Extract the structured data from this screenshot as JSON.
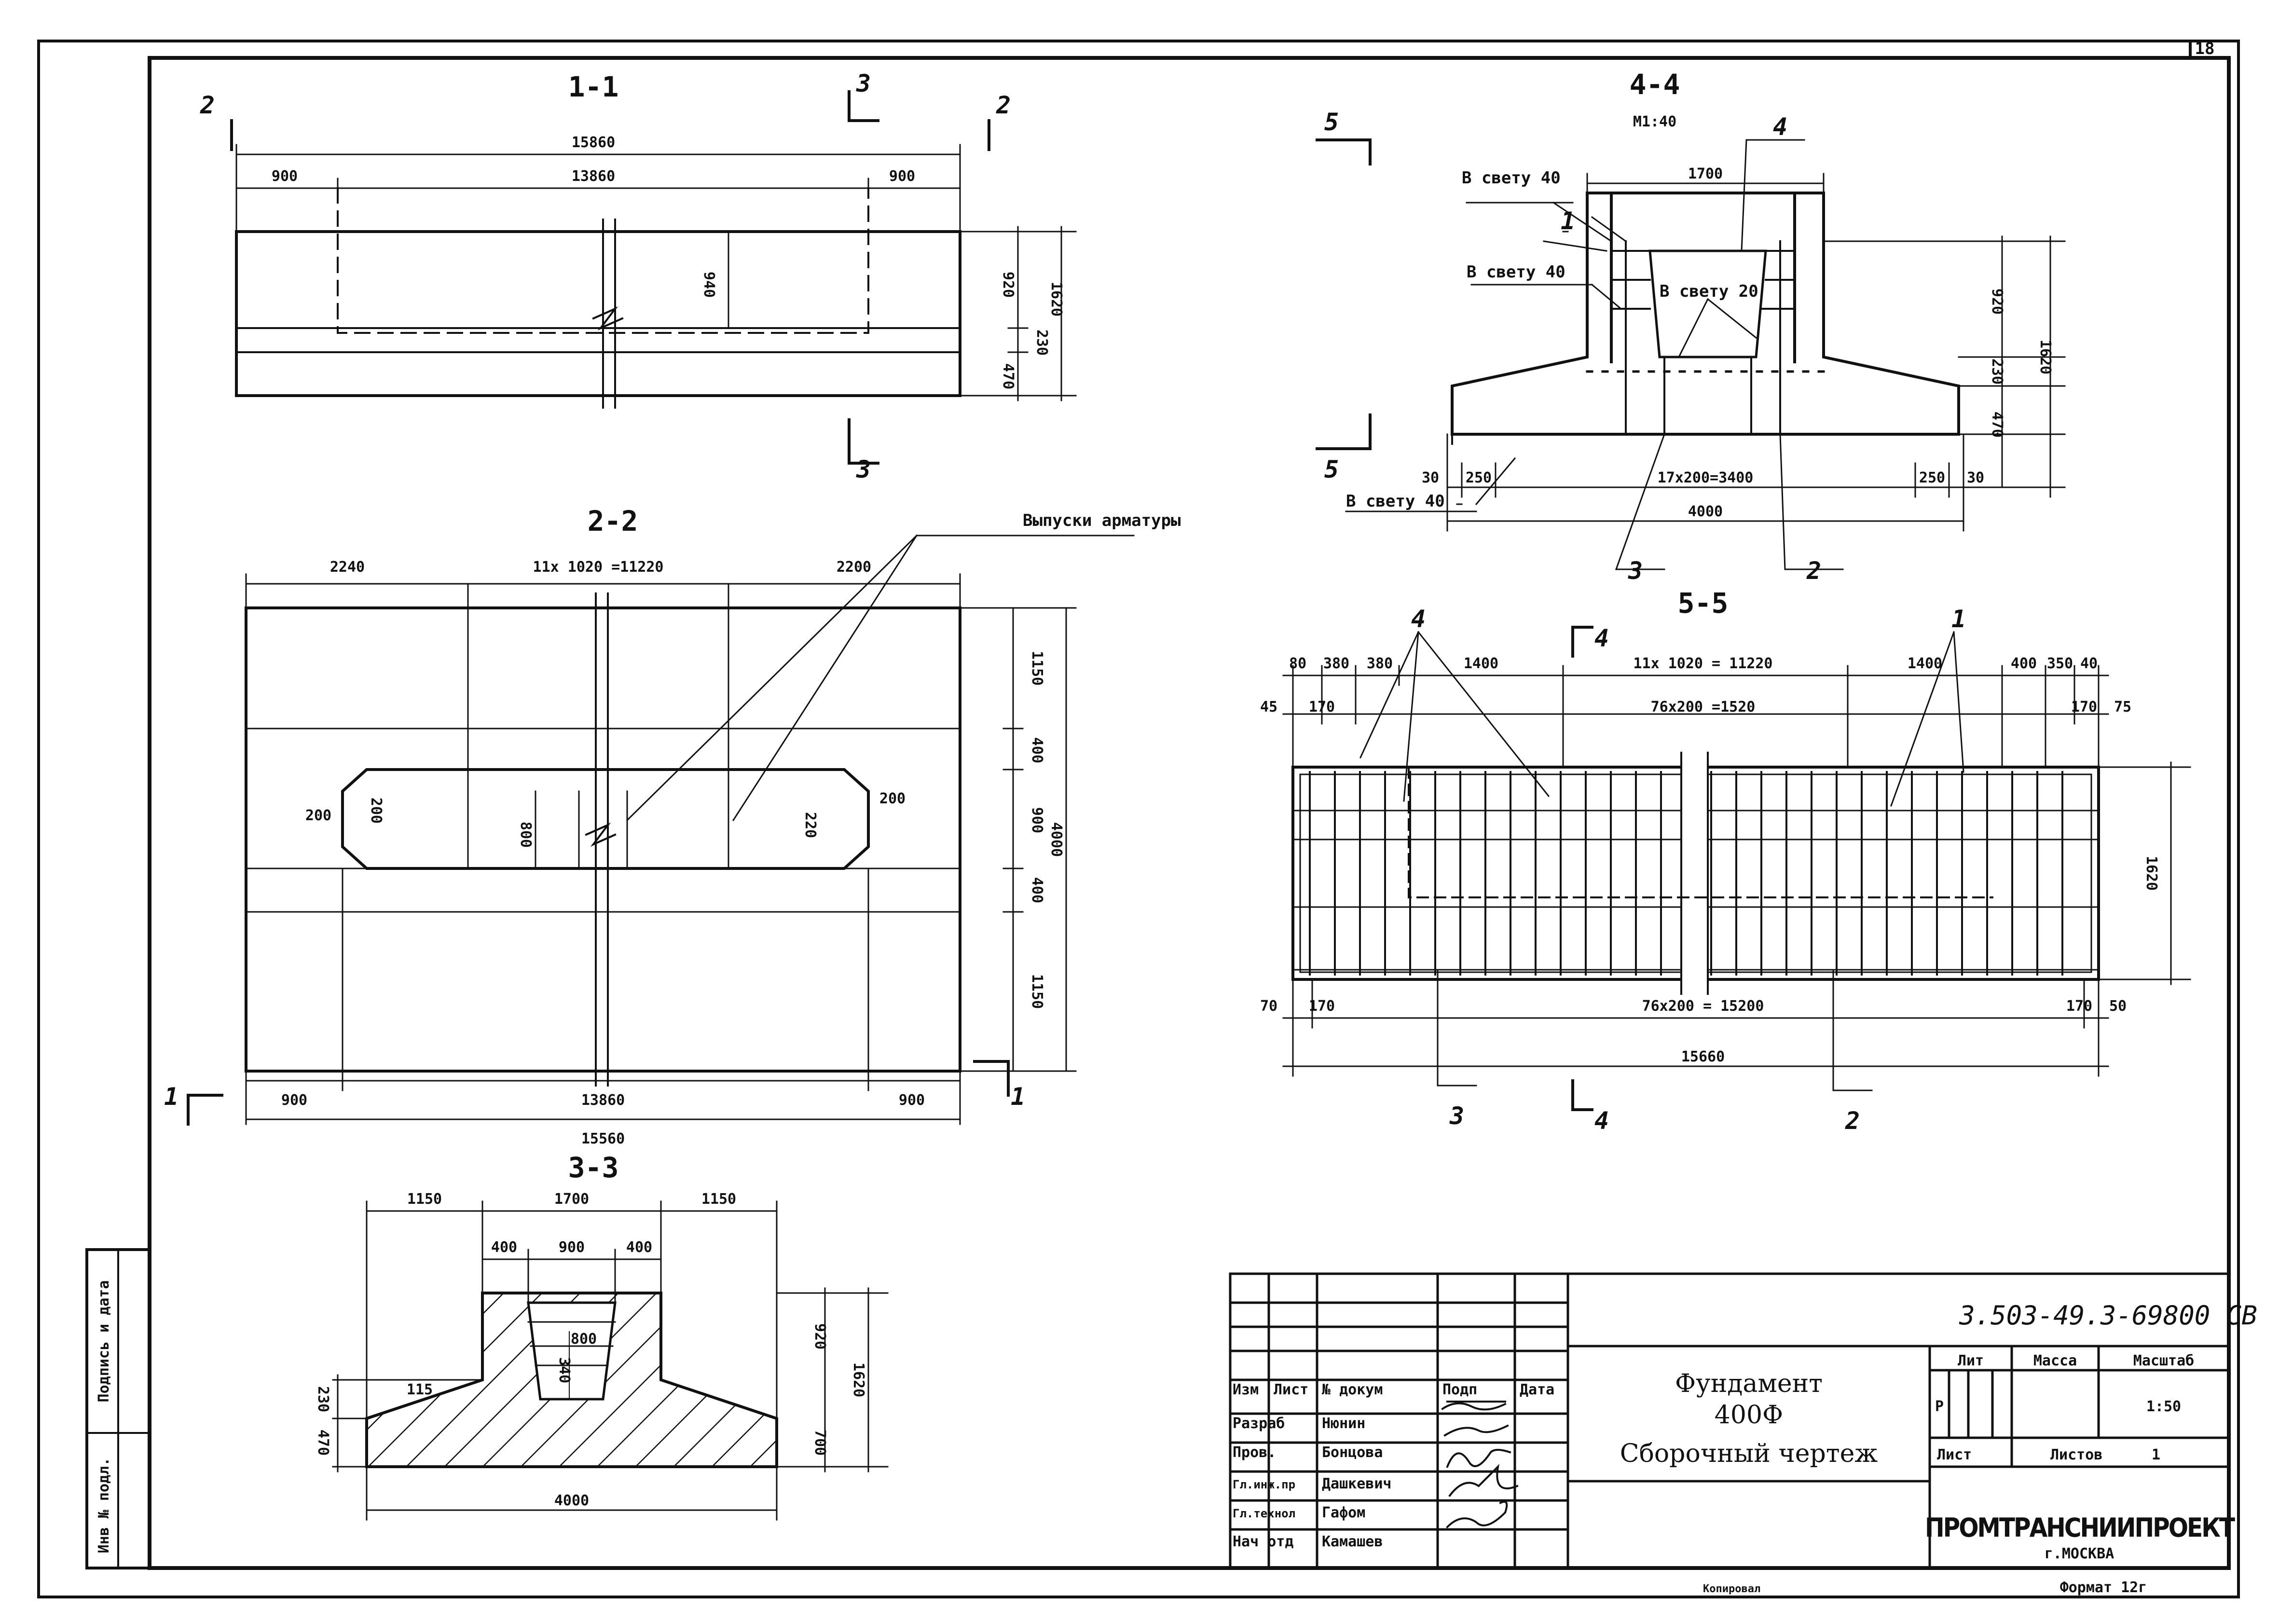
{
  "sheet": {
    "number": "18"
  },
  "sections": {
    "s11": {
      "title": "1-1",
      "dims": {
        "overall": "15860",
        "left": "900",
        "middle": "13860",
        "right": "900",
        "inner": "940",
        "h920": "920",
        "h230": "230",
        "h470": "470",
        "h1620": "1620"
      },
      "cut2": "2",
      "cut3": "3"
    },
    "s22": {
      "title": "2-2",
      "dims": {
        "left": "2240",
        "middle": "11x 1020 =11220",
        "right": "2200",
        "d200a": "200",
        "d200b": "200",
        "d800": "800",
        "d200c": "200",
        "d220": "220",
        "h1150a": "1150",
        "h400a": "400",
        "h900": "900",
        "h400b": "400",
        "h1150b": "1150",
        "h4000": "4000",
        "b900l": "900",
        "b13860": "13860",
        "b900r": "900",
        "b15560": "15560"
      },
      "note": "Выпуски арматуры",
      "cut1": "1"
    },
    "s33": {
      "title": "3-3",
      "dims": {
        "w1150l": "1150",
        "w1700": "1700",
        "w1150r": "1150",
        "w400l": "400",
        "w900": "900",
        "w400r": "400",
        "w800": "800",
        "h340": "340",
        "h230": "230",
        "h470": "470",
        "v920": "920",
        "v700": "700",
        "v1620": "1620",
        "slope": "115",
        "base": "4000"
      }
    },
    "s44": {
      "title": "4-4",
      "scale": "М1:40",
      "dims": {
        "top": "1700",
        "b30l": "30",
        "b250l": "250",
        "mid": "17x200=3400",
        "b250r": "250",
        "b30r": "30",
        "base": "4000",
        "h920": "920",
        "h230": "230",
        "h470": "470",
        "h1620": "1620"
      },
      "labels": {
        "clear40a": "В свету 40",
        "clear40b": "В свету 40",
        "clear20": "В свету 20",
        "clear40c": "В свету 40"
      },
      "callouts": {
        "c1": "1",
        "c2": "2",
        "c3": "3",
        "c4": "4"
      },
      "cut5": "5"
    },
    "s55": {
      "title": "5-5",
      "dims": {
        "t80": "80",
        "t380": "380",
        "t380b": "380",
        "t1400l": "1400",
        "t11x": "11x 1020 = 11220",
        "t1400r": "1400",
        "t400": "400",
        "t350": "350",
        "t40": "40",
        "t45": "45",
        "t170l": "170",
        "t76top": "76x200 =1520",
        "t170r": "170",
        "t75": "75",
        "b70": "70",
        "b170l": "170",
        "b76": "76x200 = 15200",
        "b170r": "170",
        "b50": "50",
        "total": "15660",
        "h1620": "1620"
      },
      "callouts": {
        "c4": "4",
        "c1": "1",
        "c3": "3",
        "c2": "2"
      },
      "cut4": "4"
    }
  },
  "title_block": {
    "code": "3.503-49.3-69800 СВ",
    "headers": {
      "izm": "Изм",
      "list": "Лист",
      "doc": "№ докум",
      "sign": "Подп",
      "date": "Дата"
    },
    "rows": [
      {
        "role": "Разраб",
        "name": "Нюнин"
      },
      {
        "role": "Пров.",
        "name": "Бонцова"
      },
      {
        "role": "Гл.инж.пр",
        "name": "Дашкевич"
      },
      {
        "role": "Гл.технол",
        "name": "Гафом"
      },
      {
        "role": "Нач отд",
        "name": "Камашев"
      }
    ],
    "title1": "Фундамент",
    "title2": "400Ф",
    "title3": "Сборочный чертеж",
    "lit": "Лит",
    "mass": "Масса",
    "scale_label": "Масштаб",
    "lit_value": "Р",
    "scale_value": "1:50",
    "sheet_label": "Лист",
    "sheets_label": "Листов",
    "sheets_value": "1",
    "org": "ПРОМТРАНСНИИПРОЕКТ",
    "city": "г.МОСКВА",
    "format": "Формат 12г",
    "copied": "Копировал"
  },
  "side_stamp": {
    "inv": "Инв № подл.",
    "sign": "Подпись и дата"
  }
}
